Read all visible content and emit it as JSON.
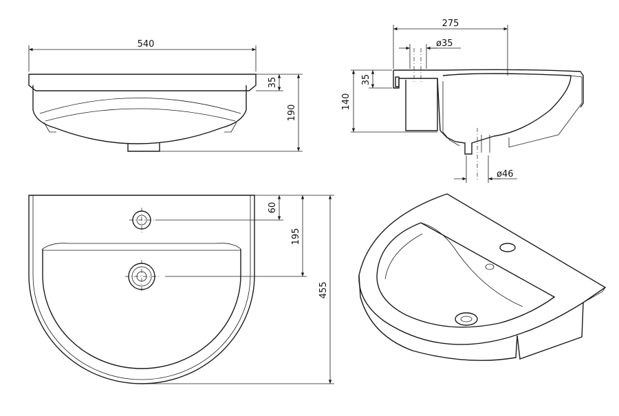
{
  "dimensions": {
    "front_width": "540",
    "front_rim_height": "35",
    "front_total_height": "190",
    "section_depth": "275",
    "tap_hole_diameter": "ø35",
    "section_rim": "35",
    "section_height": "140",
    "drain_diameter": "ø46",
    "top_tap_offset": "60",
    "top_drain_offset": "195",
    "top_total_depth": "455"
  }
}
